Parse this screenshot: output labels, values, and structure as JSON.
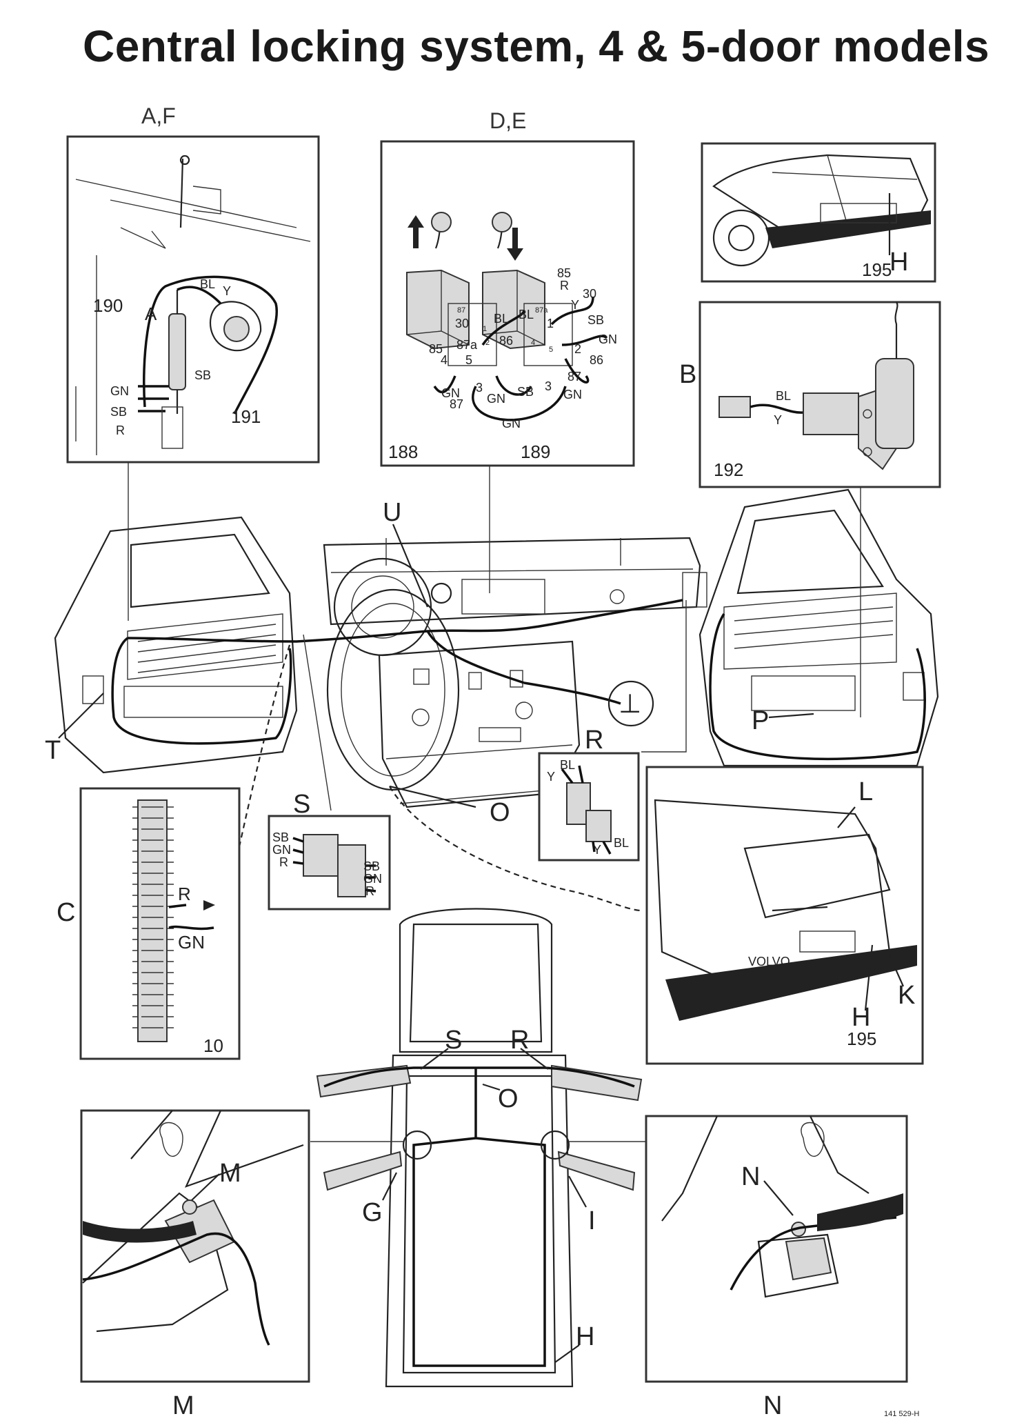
{
  "title": "Central locking system, 4 & 5-door models",
  "insets": {
    "af": {
      "header": "A,F",
      "marker": "A",
      "figs": [
        "190",
        "191"
      ],
      "wires": [
        "BL",
        "Y",
        "SB",
        "GN",
        "SB",
        "R"
      ]
    },
    "de": {
      "header": "D,E",
      "figs": [
        "188",
        "189"
      ],
      "terms": [
        "85",
        "R",
        "30",
        "Y",
        "BL",
        "1",
        "SB",
        "30",
        "BL",
        "86",
        "2",
        "GN",
        "85",
        "87a",
        "4",
        "5",
        "87",
        "86",
        "GN",
        "87",
        "3",
        "GN",
        "SB",
        "3",
        "GN",
        "GN",
        "87",
        "87a",
        "1",
        "4",
        "5",
        "2"
      ]
    },
    "trunk": {
      "marker": "H",
      "fig": "195"
    },
    "b": {
      "marker": "B",
      "fig": "192",
      "wires": [
        "BL",
        "Y"
      ]
    },
    "r": {
      "marker": "R",
      "wires": [
        "BL",
        "Y",
        "Y",
        "BL"
      ]
    },
    "s": {
      "marker": "S",
      "wires_left": [
        "SB",
        "GN",
        "R"
      ],
      "wires_right": [
        "SB",
        "GN",
        "R"
      ]
    },
    "c": {
      "marker": "C",
      "fig": "10",
      "wires": [
        "R",
        "GN"
      ]
    },
    "rear": {
      "markers": [
        "L",
        "H",
        "K"
      ],
      "fig": "195",
      "brand": "VOLVO"
    },
    "m": {
      "marker": "M",
      "caption": "M"
    },
    "n": {
      "marker": "N",
      "caption": "N"
    }
  },
  "callouts": {
    "u": "U",
    "t": "T",
    "p": "P",
    "o": "O",
    "ground": "⊥"
  },
  "overview": {
    "s": "S",
    "r": "R",
    "o": "O",
    "g": "G",
    "i": "I",
    "h": "H"
  },
  "footer": {
    "ref": "141 529-H"
  }
}
